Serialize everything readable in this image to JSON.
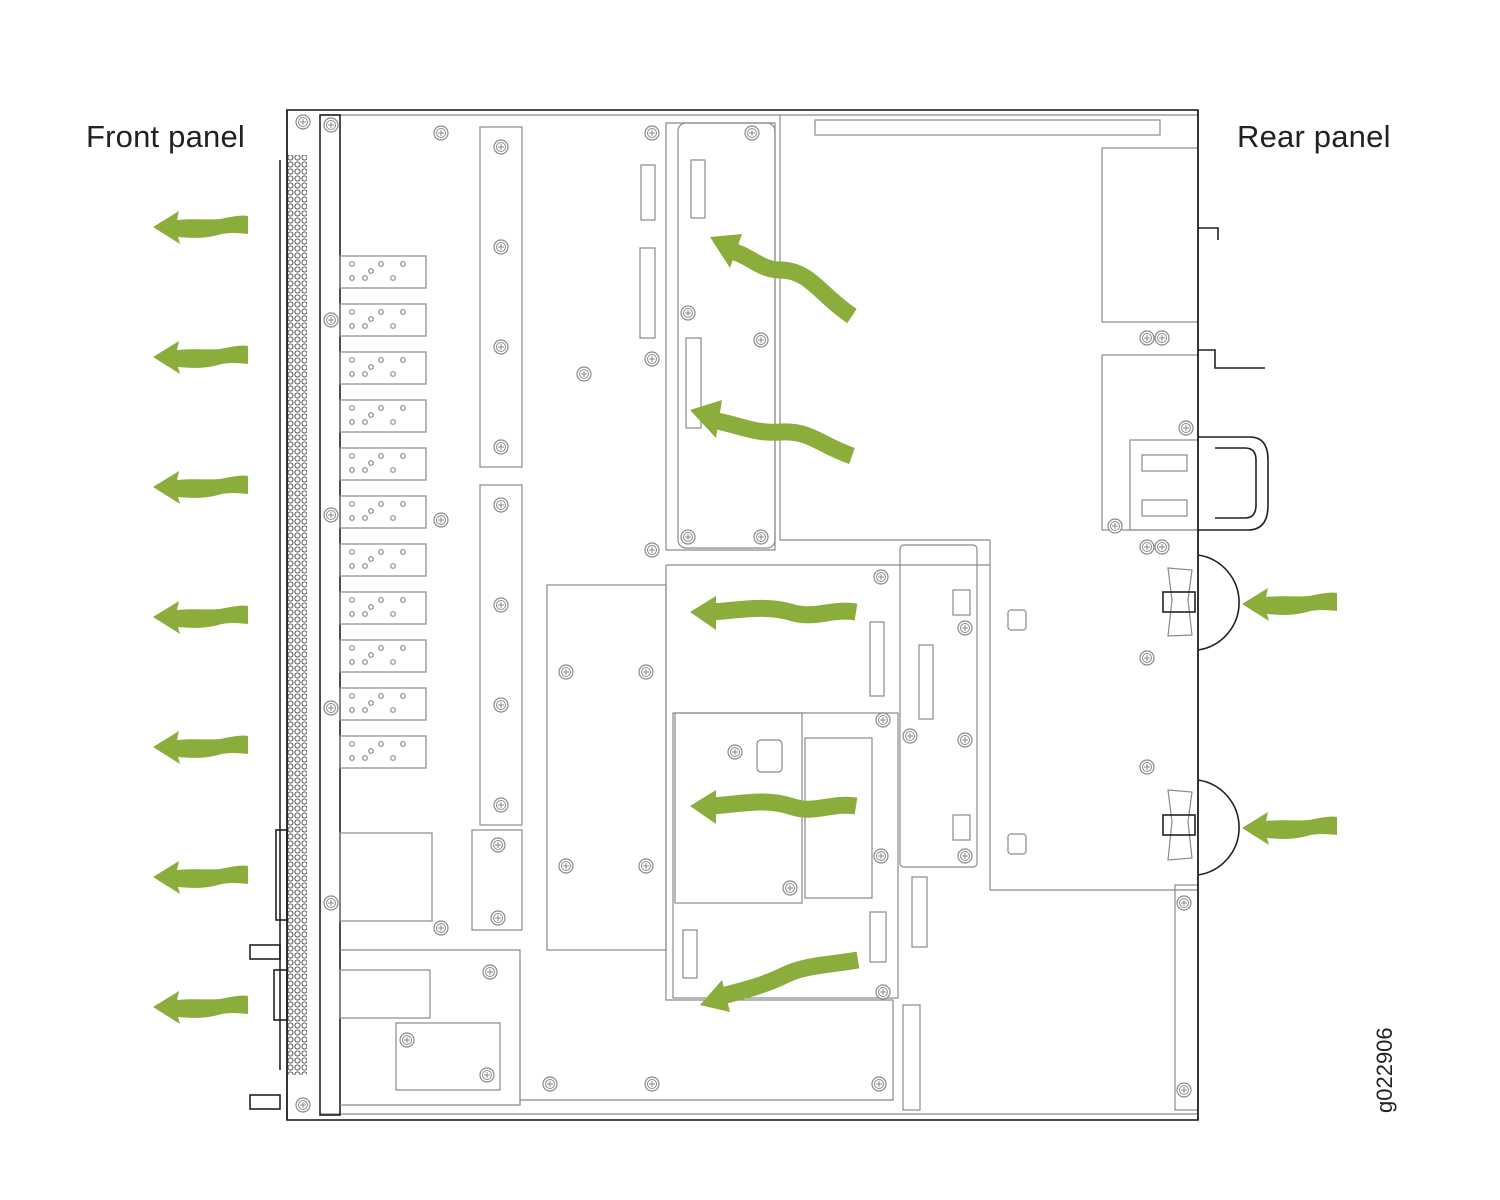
{
  "labels": {
    "front_panel": "Front panel",
    "rear_panel": "Rear panel",
    "figure_id": "g022906"
  },
  "colors": {
    "airflow_arrow": "#8aad3c",
    "chassis_line": "#8a8a8a",
    "chassis_outline": "#222222"
  },
  "airflow": {
    "direction": "rear-to-front",
    "intake_arrows": 2,
    "internal_arrows": 5,
    "exhaust_arrows": 7
  }
}
